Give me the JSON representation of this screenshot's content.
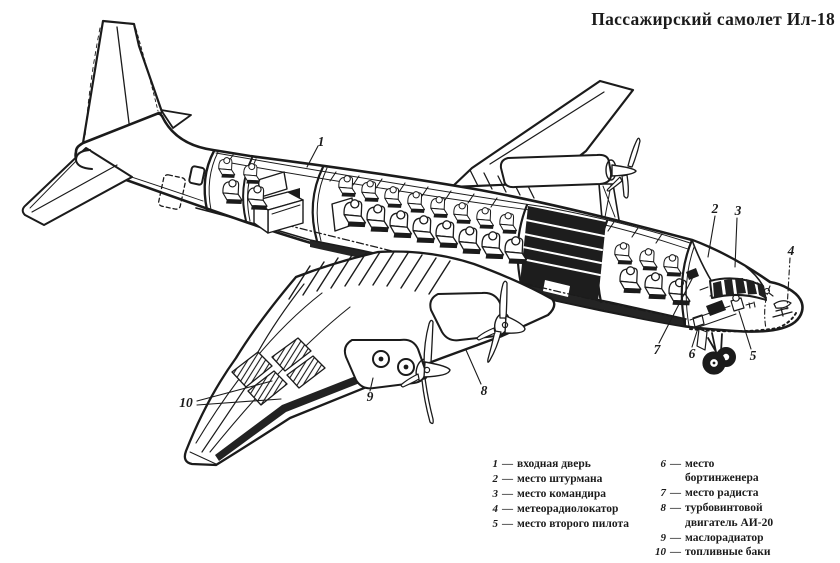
{
  "title": "Пассажирский самолет Ил-18",
  "callouts": {
    "c1": "1",
    "c2": "2",
    "c3": "3",
    "c4": "4",
    "c5": "5",
    "c6": "6",
    "c7": "7",
    "c8": "8",
    "c9": "9",
    "c10": "10"
  },
  "legend": {
    "sep": "—",
    "col1": [
      {
        "num": "1",
        "text": "входная дверь"
      },
      {
        "num": "2",
        "text": "место штурмана"
      },
      {
        "num": "3",
        "text": "место командира"
      },
      {
        "num": "4",
        "text": "метеорадиолокатор"
      },
      {
        "num": "5",
        "text": "место второго пилота"
      }
    ],
    "col2": [
      {
        "num": "6",
        "text": "место бортинженера"
      },
      {
        "num": "7",
        "text": "место радиста"
      },
      {
        "num": "8",
        "text": "турбовинтовой двигатель АИ-20"
      },
      {
        "num": "9",
        "text": "маслорадиатор"
      },
      {
        "num": "10",
        "text": "топливные баки"
      }
    ]
  },
  "colors": {
    "ink": "#1b1b1b",
    "paper": "#ffffff"
  }
}
